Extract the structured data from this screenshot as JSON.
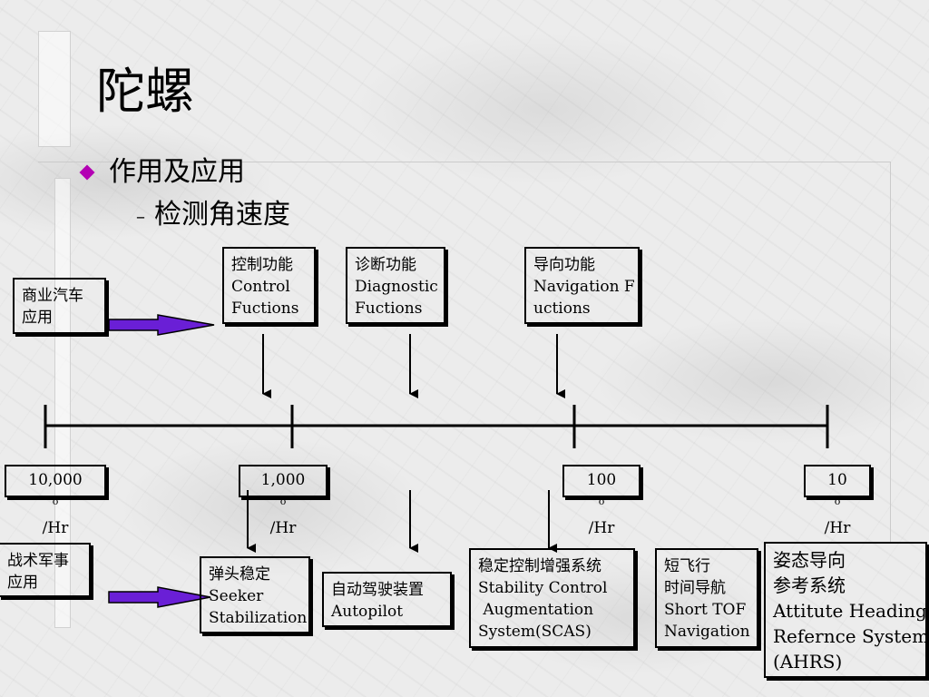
{
  "slide": {
    "title": "陀螺",
    "bullet": "作用及应用",
    "subbullet_dash": "–",
    "subbullet": "检测角速度"
  },
  "top_boxes": [
    {
      "lines": [
        "控制功能",
        "Control",
        "Fuctions"
      ]
    },
    {
      "lines": [
        "诊断功能",
        "Diagnostic",
        "Fuctions"
      ]
    },
    {
      "lines": [
        "导向功能",
        "Navigation F",
        "uctions"
      ]
    }
  ],
  "left_boxes": {
    "commercial": {
      "lines": [
        "商业汽车",
        "应用"
      ]
    },
    "military": {
      "lines": [
        "战术军事",
        "应用"
      ]
    }
  },
  "scale": [
    {
      "value": "10,000",
      "unit_sup": "o",
      "unit": "/Hr"
    },
    {
      "value": "1,000",
      "unit_sup": "o",
      "unit": "/Hr"
    },
    {
      "value": "100",
      "unit_sup": "o",
      "unit": "/Hr"
    },
    {
      "value": "10",
      "unit_sup": "o",
      "unit": "/Hr"
    }
  ],
  "bottom_boxes": [
    {
      "lines": [
        "弹头稳定",
        "Seeker",
        "Stabilization"
      ]
    },
    {
      "lines": [
        "自动驾驶装置",
        "Autopilot"
      ]
    },
    {
      "lines": [
        "稳定控制增强系统",
        "Stability Control",
        " Augmentation",
        "System(SCAS)"
      ]
    },
    {
      "lines": [
        "短飞行",
        "时间导航",
        "Short TOF",
        "Navigation"
      ]
    },
    {
      "lines": [
        "姿态导向",
        "参考系统",
        "Attitute Heading",
        "Refernce System",
        "(AHRS)"
      ]
    }
  ],
  "colors": {
    "arrow_fill": "#6a1fd6",
    "bullet_diamond": "#b300b3",
    "line": "#000000"
  }
}
